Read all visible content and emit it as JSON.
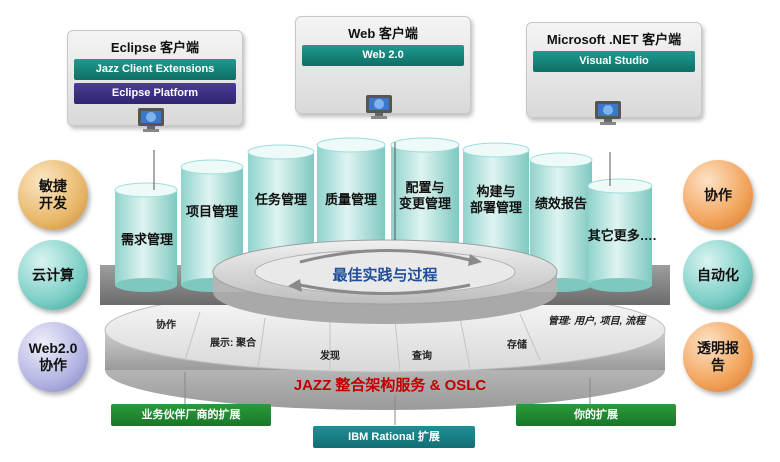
{
  "clients": [
    {
      "title": "Eclipse 客户端",
      "items": [
        "Jazz Client Extensions",
        "Eclipse Platform"
      ]
    },
    {
      "title": "Web 客户端",
      "items": [
        "Web 2.0"
      ]
    },
    {
      "title": "Microsoft .NET 客户端",
      "items": [
        "Visual Studio"
      ]
    }
  ],
  "modules": [
    "需求管理",
    "项目管理",
    "任务管理",
    "质量管理",
    "配置与\n变更管理",
    "构建与\n部署管理",
    "绩效报告",
    "其它更多…."
  ],
  "center_label": "最佳实践与过程",
  "left_bubbles": [
    "敏捷\n开发",
    "云计算",
    "Web2.0\n协作"
  ],
  "right_bubbles": [
    "协作",
    "自动化",
    "透明报\n告"
  ],
  "platform_segments": [
    "协作",
    "展示: 聚合",
    "发现",
    "查询",
    "存储",
    "管理: 用户, 项目, 流程"
  ],
  "platform_title": "JAZZ  整合架构服务 & OSLC",
  "extensions": [
    "业务伙伴厂商的扩展",
    "IBM Rational 扩展",
    "你的扩展"
  ],
  "colors": {
    "teal": "#1f9a8e",
    "purple": "#3a2f85",
    "red": "#c00000",
    "green": "#2c9a3a"
  }
}
